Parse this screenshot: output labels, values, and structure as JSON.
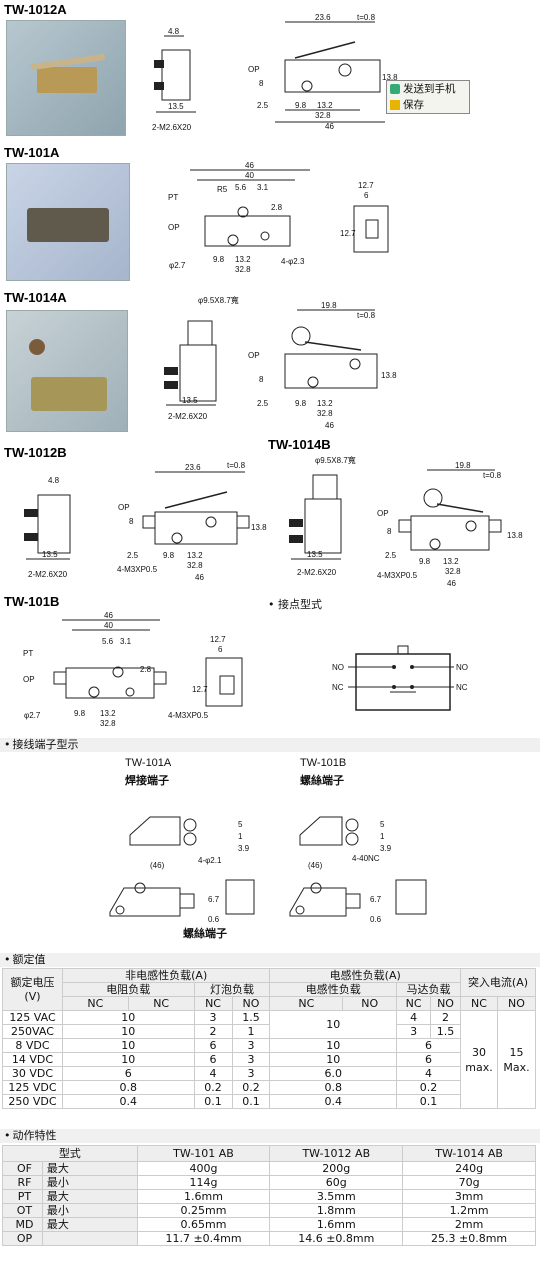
{
  "models": {
    "m1": "TW-1012A",
    "m2": "TW-101A",
    "m3": "TW-1014A",
    "m4": "TW-1012B",
    "m5": "TW-1014B",
    "m6": "TW-101B"
  },
  "popup": {
    "send": "发送到手机",
    "save": "保存"
  },
  "contact": {
    "title": "接点型式",
    "no": "NO",
    "nc": "NC"
  },
  "terminal": {
    "title": "接线端子型示",
    "a_model": "TW-101A",
    "a_type": "焊接端子",
    "b_model": "TW-101B",
    "b_type": "螺絲端子",
    "c_type": "螺絲端子"
  },
  "dims": {
    "w46": "46",
    "w328": "32.8",
    "w132": "13.2",
    "w98": "9.8",
    "w236": "23.6",
    "t08": "t=0.8",
    "w48": "4.8",
    "w135": "13.5",
    "m26": "2-M2.6X20",
    "m26b": "2-M2.6X20",
    "op": "OP",
    "pt": "PT",
    "h8": "8",
    "h25": "2.5",
    "h138": "13.8",
    "w40": "40",
    "w56": "5.6",
    "w31": "3.1",
    "r5": "R5",
    "h28": "2.8",
    "h127": "12.7",
    "w6": "6",
    "phi27": "φ2.7",
    "phi23": "4-φ2.3",
    "phi95": "φ9.5X8.7寬",
    "w198": "19.8",
    "m3x": "4-M3XP0.5",
    "h5": "5",
    "h39": "3.9",
    "d46": "(46)",
    "phi21": "4-φ2.1",
    "h67": "6.7",
    "h06": "0.6",
    "h1": "1",
    "nc40": "4-40NC"
  },
  "rated": {
    "title": "额定值",
    "h_voltage": "额定电压(V)",
    "h_nonind": "非电感性负载(A)",
    "h_ind": "电感性负载(A)",
    "h_inrush": "突入电流(A)",
    "h_resist": "电阻负载",
    "h_lamp": "灯泡负载",
    "h_indload": "电感性负载",
    "h_motor": "马达负载",
    "nc": "NC",
    "no": "NO",
    "rows": [
      {
        "v": "125 VAC",
        "r": "10",
        "lnc": "3",
        "lno": "1.5",
        "i": "10",
        "mnc": "4",
        "mno": "2"
      },
      {
        "v": "250VAC",
        "r": "10",
        "lnc": "2",
        "lno": "1",
        "i": "",
        "mnc": "3",
        "mno": "1.5"
      },
      {
        "v": "8 VDC",
        "r": "10",
        "lnc": "6",
        "lno": "3",
        "i": "10",
        "mnc": "6",
        "mno": ""
      },
      {
        "v": "14 VDC",
        "r": "10",
        "lnc": "6",
        "lno": "3",
        "i": "10",
        "mnc": "6",
        "mno": ""
      },
      {
        "v": "30 VDC",
        "r": "6",
        "lnc": "4",
        "lno": "3",
        "i": "6.0",
        "mnc": "4",
        "mno": ""
      },
      {
        "v": "125 VDC",
        "r": "0.8",
        "lnc": "0.2",
        "lno": "0.2",
        "i": "0.8",
        "mnc": "0.2",
        "mno": ""
      },
      {
        "v": "250 VDC",
        "r": "0.4",
        "lnc": "0.1",
        "lno": "0.1",
        "i": "0.4",
        "mnc": "0.1",
        "mno": ""
      }
    ],
    "inrush_nc": "30 max.",
    "inrush_no": "15 Max."
  },
  "action": {
    "title": "动作特性",
    "h_type": "型式",
    "c1": "TW-101 AB",
    "c2": "TW-1012 AB",
    "c3": "TW-1014 AB",
    "rows": [
      {
        "a": "OF",
        "b": "最大",
        "c1": "400g",
        "c2": "200g",
        "c3": "240g"
      },
      {
        "a": "RF",
        "b": "最小",
        "c1": "114g",
        "c2": "60g",
        "c3": "70g"
      },
      {
        "a": "PT",
        "b": "最大",
        "c1": "1.6mm",
        "c2": "3.5mm",
        "c3": "3mm"
      },
      {
        "a": "OT",
        "b": "最小",
        "c1": "0.25mm",
        "c2": "1.8mm",
        "c3": "1.2mm"
      },
      {
        "a": "MD",
        "b": "最大",
        "c1": "0.65mm",
        "c2": "1.6mm",
        "c3": "2mm"
      },
      {
        "a": "OP",
        "b": "",
        "c1": "11.7 ±0.4mm",
        "c2": "14.6 ±0.8mm",
        "c3": "25.3 ±0.8mm"
      }
    ]
  }
}
